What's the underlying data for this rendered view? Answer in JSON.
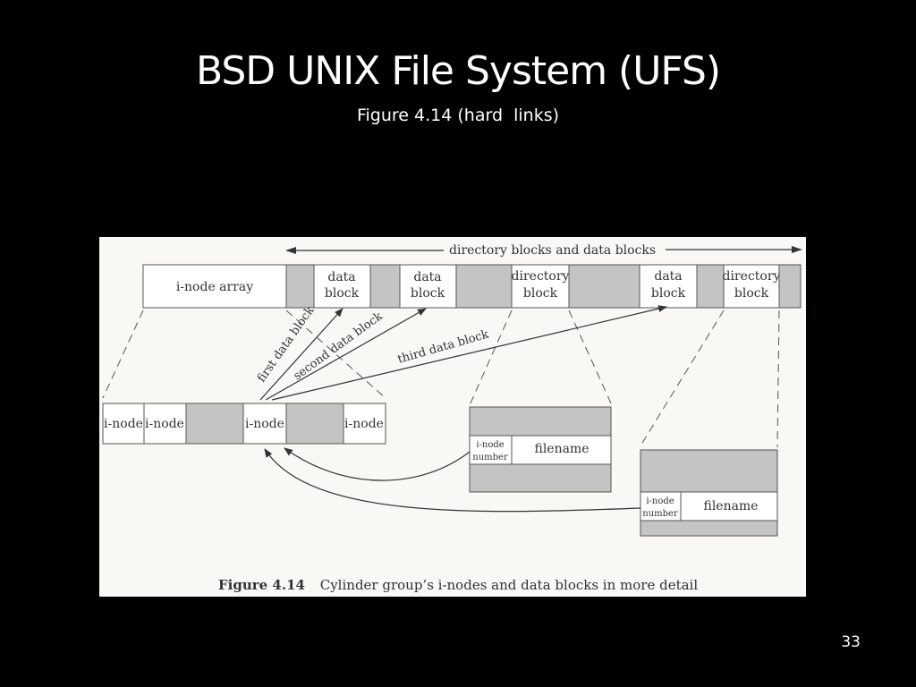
{
  "slide": {
    "title": "BSD UNIX File System (UFS)",
    "subtitle": "Figure 4.14 (hard  links)",
    "page_number": "33"
  },
  "colors": {
    "background": "#000000",
    "text": "#ffffff",
    "figure_background": "#f9f8f5",
    "shaded_block": "#c4c4c4",
    "ink": "#333333"
  },
  "figure": {
    "range_label": "directory blocks and data blocks",
    "top_row": {
      "inode_array": "i-node array",
      "data": "data",
      "block": "block",
      "directory": "directory"
    },
    "inode_row": {
      "inode": "i-node"
    },
    "arrows": {
      "first": "first data block",
      "second": "second data block",
      "third": "third data block"
    },
    "directory_entry": {
      "inode": "i-node",
      "number": "number",
      "filename": "filename"
    },
    "caption": {
      "label": "Figure 4.14",
      "text": "Cylinder group’s i-nodes and data blocks in more detail"
    }
  }
}
